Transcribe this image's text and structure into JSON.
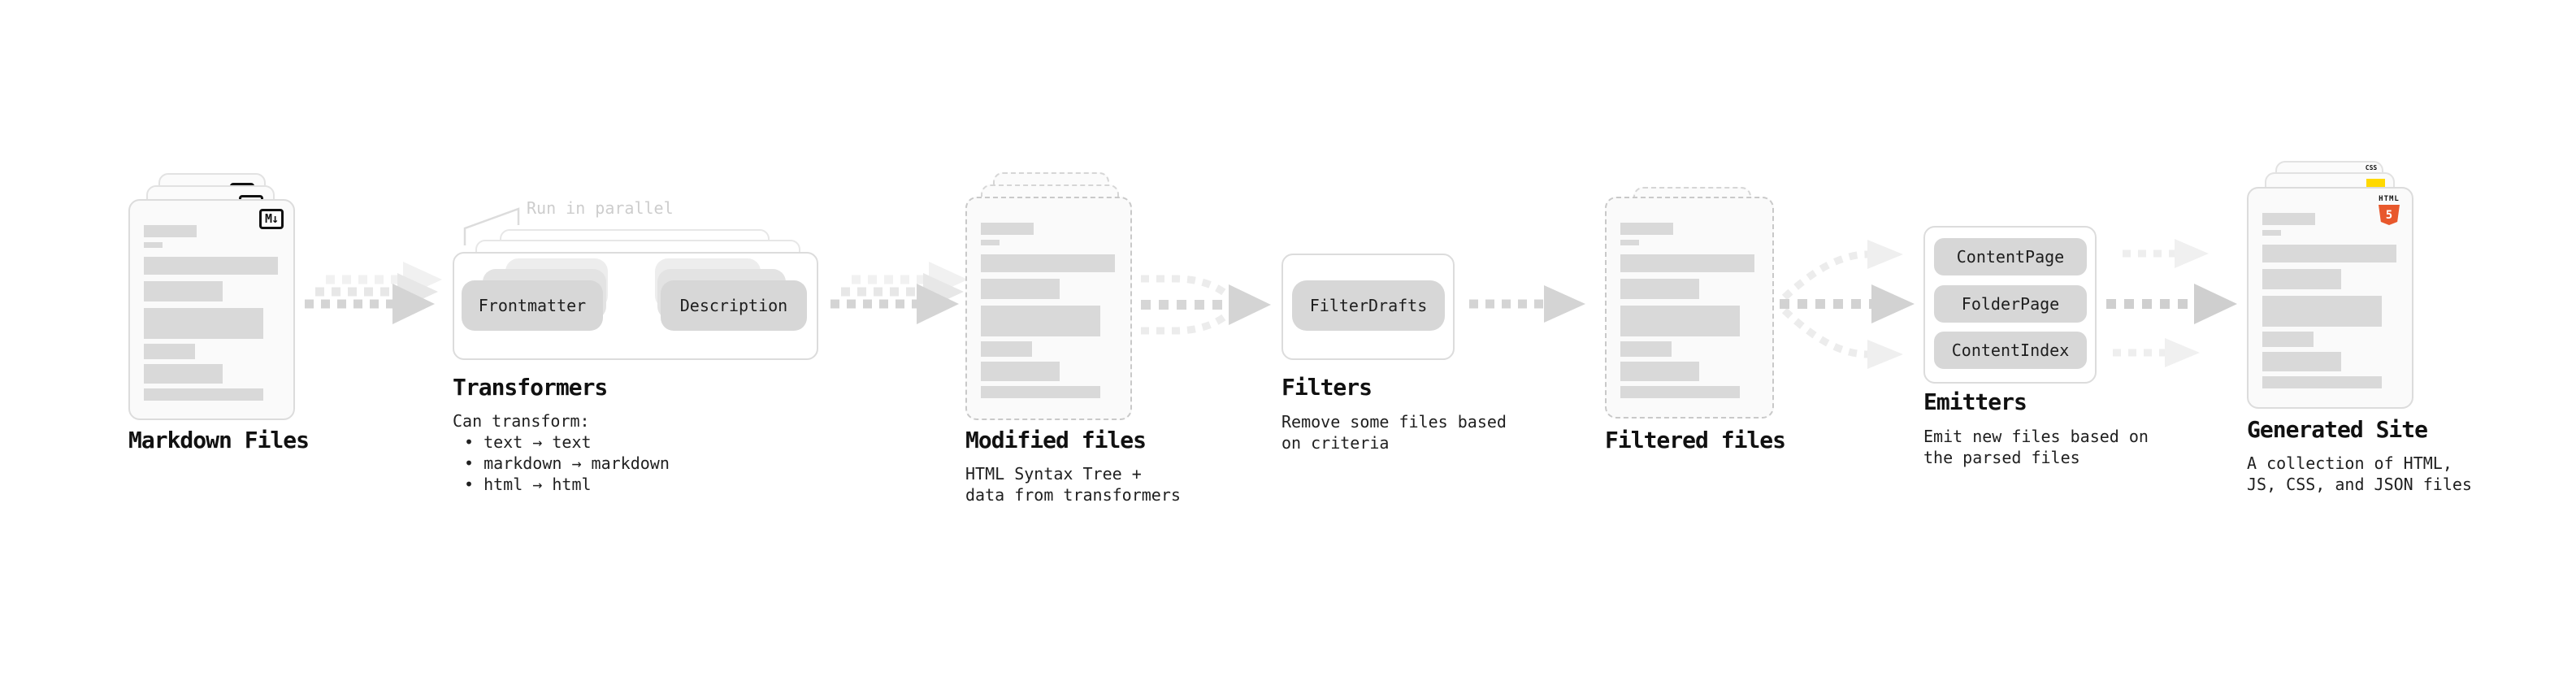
{
  "markdown_files": {
    "label": "Markdown Files",
    "badge": "M↓"
  },
  "transformers": {
    "annotation": "Run in parallel",
    "pills": [
      "Frontmatter",
      "Description"
    ],
    "label": "Transformers",
    "note_title": "Can transform:",
    "bullets": [
      "• text → text",
      "• markdown → markdown",
      "• html → html"
    ]
  },
  "modified_files": {
    "label": "Modified files",
    "subtext": [
      "HTML Syntax Tree +",
      "data from transformers"
    ]
  },
  "filters": {
    "pills": [
      "FilterDrafts"
    ],
    "label": "Filters",
    "subtext": [
      "Remove some files based",
      "on criteria"
    ]
  },
  "filtered_files": {
    "label": "Filtered files"
  },
  "emitters": {
    "pills": [
      "ContentPage",
      "FolderPage",
      "ContentIndex"
    ],
    "label": "Emitters",
    "subtext": [
      "Emit new files based on",
      "the parsed files"
    ]
  },
  "generated_site": {
    "label": "Generated Site",
    "subtext": [
      "A collection of HTML,",
      "JS, CSS, and JSON files"
    ],
    "badges": {
      "css": "CSS",
      "html_word": "HTML",
      "html_number": "5"
    }
  },
  "colors": {
    "html5_orange": "#e8582c",
    "js_yellow": "#ffd900",
    "css_blue": "#2965f1",
    "arrow_gray": "#d4d4d4"
  }
}
